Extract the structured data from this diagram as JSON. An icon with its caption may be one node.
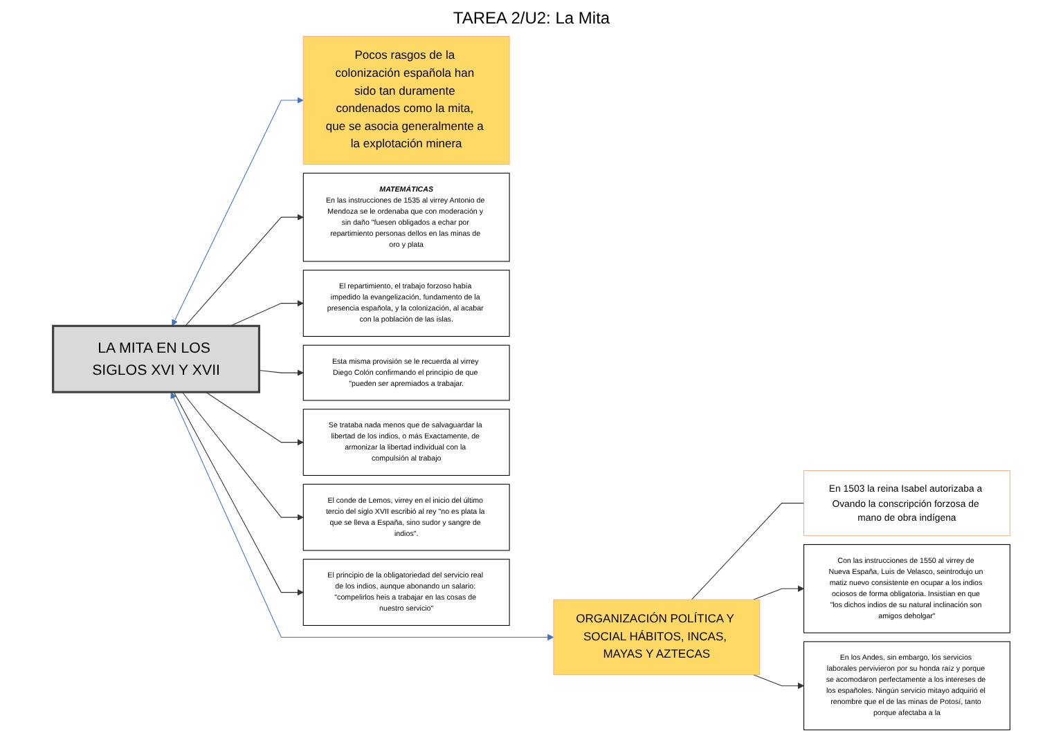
{
  "diagram": {
    "title": "TAREA 2/U2: La Mita",
    "nodes": [
      {
        "text": [
          "Pocos rasgos de la colonización española han sido tan duramente condenados como la mita, que se asocia generalmente a la explotación minera"
        ]
      },
      {
        "text": [
          "LA MITA EN LOS SIGLOS XVI Y XVII"
        ]
      },
      {
        "text": [
          "MATEMÁTICAS",
          "En las instrucciones de 1535 al virrey Antonio de Mendoza se le ordenaba que con moderación y sin daño \"fuesen obligados a echar por repartimiento personas dellos en las minas de oro y plata"
        ]
      },
      {
        "text": [
          "El repartimiento, el trabajo forzoso había impedido la evangelización, fundamento de la presencia española, y la colonización, al acabar con la población de las islas."
        ]
      },
      {
        "text": [
          "Esta misma provisión se le recuerda al virrey Diego Colón confirmando el principio de que \"pueden ser apremiados a trabajar."
        ]
      },
      {
        "text": [
          "Se trataba nada menos que de salvaguardar la libertad de los indios, o más Exactamente, de armonizar la libertad individual con la compulsión al trabajo"
        ]
      },
      {
        "text": [
          "El conde de Lemos, virrey en el inicio del último tercio del siglo XVII escribió al rey \"no es plata la que se lleva a España, sino sudor y sangre de indios\"."
        ]
      },
      {
        "text": [
          "El principio de la obligatoriedad del servicio real de los indios, aunque abonando un salario: \"compelirlos heis a trabajar en las cosas de nuestro servicio\""
        ]
      },
      {
        "text": [
          "ORGANIZACIÓN POLÍTICA Y SOCIAL HÁBITOS, INCAS, MAYAS Y AZTECAS"
        ]
      },
      {
        "text": [
          "En 1503 la reina Isabel autorizaba a Ovando la conscripción forzosa de mano de obra indígena"
        ]
      },
      {
        "text": [
          "Con las instrucciones de 1550 al virrey de Nueva España, Luis de Velasco, seintrodujo un matiz nuevo consistente en ocupar a los indios ociosos de forma obligatoria. Insistían en que \"los dichos indios de su natural inclinación son amigos deholgar\""
        ]
      },
      {
        "text": [
          "En los Andes, sin embargo, los servicios laborales pervivieron por su honda raíz y porque se acomodaron perfectamente a los intereses de los españoles. Ningún servicio mitayo adquirió el renombre que el de las minas de Potosí, tanto porque afectaba a la"
        ]
      }
    ],
    "edges": [
      {
        "from": 1,
        "to": 0,
        "arrow": "both",
        "color": "#4472c4"
      },
      {
        "from": 1,
        "to": 2,
        "arrow": "to"
      },
      {
        "from": 1,
        "to": 3,
        "arrow": "to"
      },
      {
        "from": 1,
        "to": 4,
        "arrow": "to"
      },
      {
        "from": 1,
        "to": 5,
        "arrow": "to"
      },
      {
        "from": 1,
        "to": 6,
        "arrow": "to"
      },
      {
        "from": 1,
        "to": 7,
        "arrow": "to"
      },
      {
        "from": 1,
        "to": 8,
        "arrow": "both",
        "color": "#4472c4"
      },
      {
        "from": 8,
        "to": 9,
        "arrow": "none"
      },
      {
        "from": 8,
        "to": 10,
        "arrow": "to"
      },
      {
        "from": 8,
        "to": 11,
        "arrow": "to"
      }
    ]
  }
}
